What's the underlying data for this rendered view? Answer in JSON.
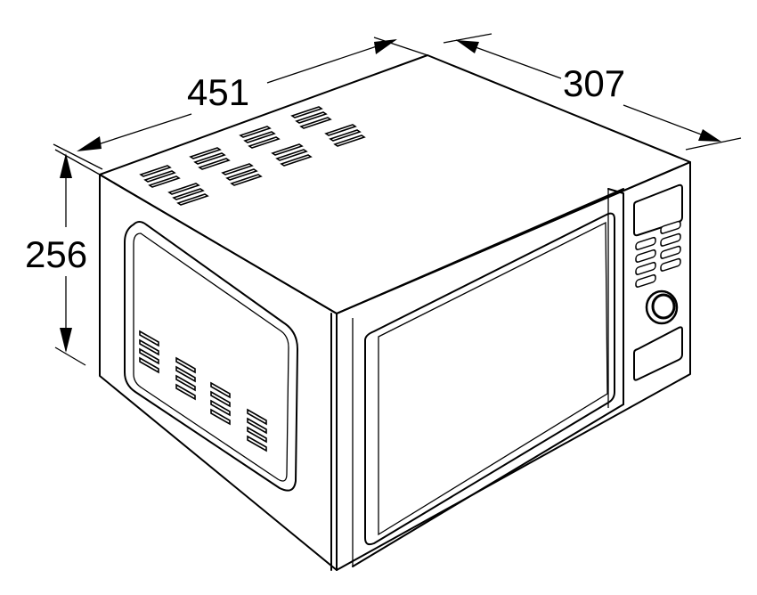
{
  "dimensions": {
    "width": {
      "label": "451"
    },
    "depth": {
      "label": "307"
    },
    "height": {
      "label": "256"
    }
  },
  "colors": {
    "line": "#000000",
    "background": "#ffffff"
  }
}
